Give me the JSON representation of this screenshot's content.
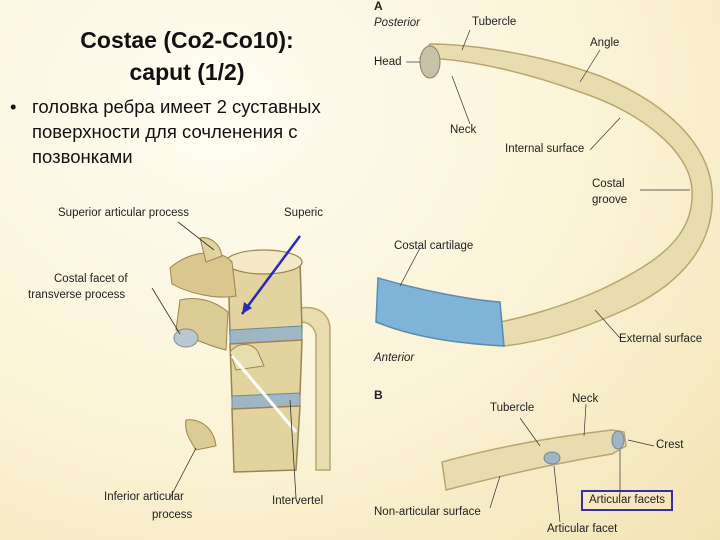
{
  "slide": {
    "title_line1": "Costae (Co2-Co10):",
    "title_line2": "caput (1/2)",
    "bullet_symbol": "•",
    "bullet_text": "головка ребра имеет 2 суставных поверхности для сочленения с позвонками"
  },
  "left_figure": {
    "labels": {
      "superior_articular_process": "Superior articular process",
      "superior_cut": "Superic",
      "costal_facet_line1": "Costal facet of",
      "costal_facet_line2": "transverse process",
      "inferior_line1": "Inferior articular",
      "inferior_line2": "process",
      "intervertebral_cut": "Intervertel"
    }
  },
  "figure_a": {
    "letter": "A",
    "labels": {
      "posterior": "Posterior",
      "tubercle": "Tubercle",
      "angle": "Angle",
      "head": "Head",
      "neck": "Neck",
      "internal_surface": "Internal surface",
      "costal_groove_line1": "Costal",
      "costal_groove_line2": "groove",
      "costal_cartilage": "Costal cartilage",
      "external_surface": "External surface",
      "anterior": "Anterior"
    }
  },
  "figure_b": {
    "letter": "B",
    "labels": {
      "tubercle": "Tubercle",
      "neck": "Neck",
      "crest": "Crest",
      "non_articular_surface": "Non-articular surface",
      "articular_facets": "Articular facets",
      "articular_facet": "Articular facet"
    }
  },
  "colors": {
    "bone": "#e9ddb0",
    "bone_edge": "#b8a670",
    "cartilage": "#7fb3d8",
    "arrow_blue": "#2a2ab8",
    "highlight_box": "#3a2ea8"
  }
}
